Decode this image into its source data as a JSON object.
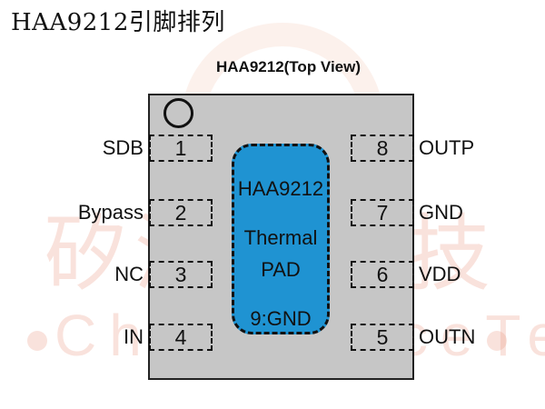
{
  "title": "HAA9212引脚排列",
  "subtitle": "HAA9212(Top View)",
  "watermark": {
    "cn": "矽源特科技",
    "en": "ChipSourceTek"
  },
  "thermal_pad": {
    "line1": "HAA9212",
    "line2": "Thermal",
    "line3": "PAD",
    "line4": "9:GND"
  },
  "pins_left": [
    {
      "num": "1",
      "label": "SDB"
    },
    {
      "num": "2",
      "label": "Bypass"
    },
    {
      "num": "3",
      "label": "NC"
    },
    {
      "num": "4",
      "label": "IN"
    }
  ],
  "pins_right": [
    {
      "num": "8",
      "label": "OUTP"
    },
    {
      "num": "7",
      "label": "GND"
    },
    {
      "num": "6",
      "label": "VDD"
    },
    {
      "num": "5",
      "label": "OUTN"
    }
  ],
  "colors": {
    "package": "#c6c6c6",
    "thermal_pad": "#1f93d2",
    "watermark": "#eb9682"
  }
}
